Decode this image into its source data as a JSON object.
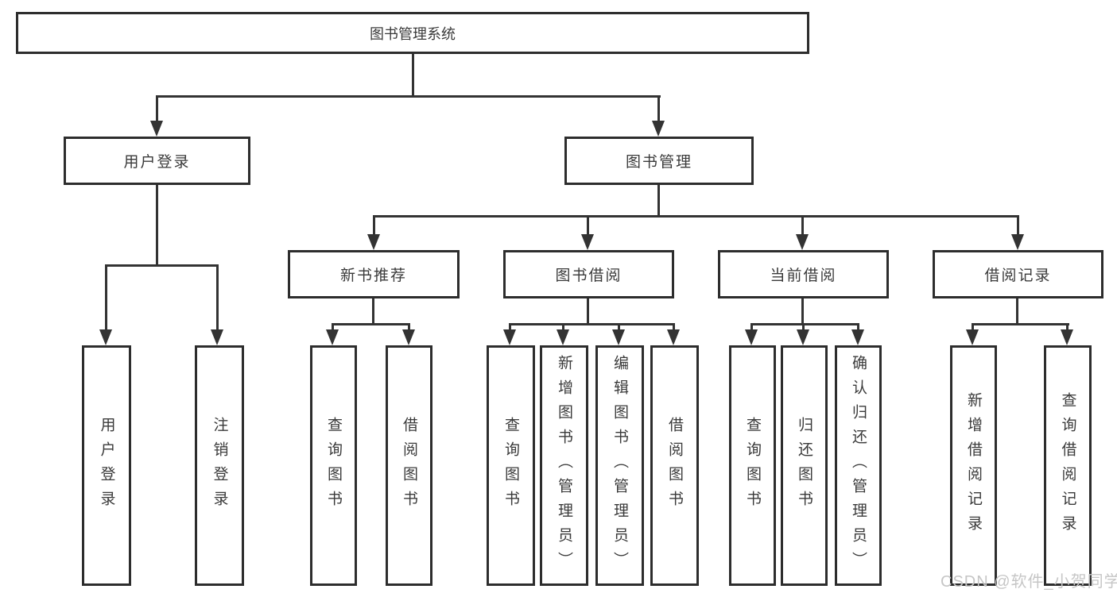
{
  "diagram": {
    "root": {
      "label": "图书管理系统"
    },
    "level2": [
      {
        "label": "用户登录"
      },
      {
        "label": "图书管理"
      }
    ],
    "level3": [
      {
        "label": "新书推荐"
      },
      {
        "label": "图书借阅"
      },
      {
        "label": "当前借阅"
      },
      {
        "label": "借阅记录"
      }
    ],
    "leaves": {
      "user_login": [
        "用户登录",
        "注销登录"
      ],
      "new_book": [
        "查询图书",
        "借阅图书"
      ],
      "book_borrow": [
        "查询图书",
        "新增图书（管理员）",
        "编辑图书（管理员）",
        "借阅图书"
      ],
      "current_borrow": [
        "查询图书",
        "归还图书",
        "确认归还（管理员）"
      ],
      "borrow_record": [
        "新增借阅记录",
        "查询借阅记录"
      ]
    },
    "colors": {
      "line": "#333333",
      "border": "#2d2d2d",
      "text": "#3a3a3a",
      "watermark": "#c6c6c6"
    },
    "watermark": "CSDN @软件_小贺同学"
  }
}
